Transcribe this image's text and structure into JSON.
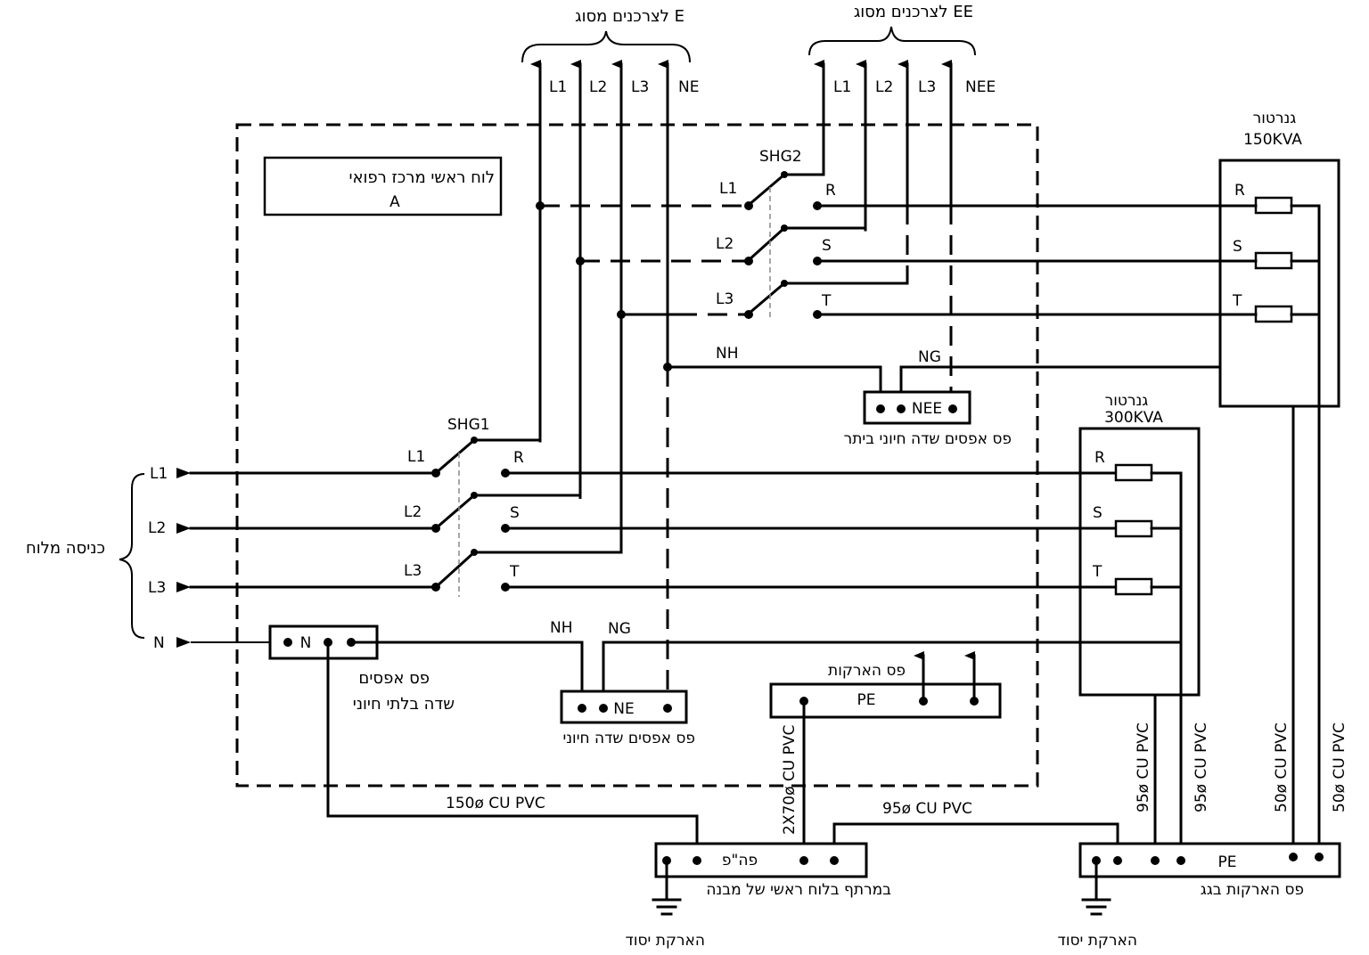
{
  "panel": {
    "title": "לוח ראשי מרכז רפואי",
    "subtitle": "A"
  },
  "consumers_e": {
    "label": "לצרכנים מסוג E",
    "lines": [
      "L1",
      "L2",
      "L3",
      "NE"
    ]
  },
  "consumers_ee": {
    "label": "לצרכנים מסוג EE",
    "lines": [
      "L1",
      "L2",
      "L3",
      "NEE"
    ]
  },
  "gen150": {
    "title": "גנרטור",
    "rating": "150KVA",
    "phases": [
      "R",
      "S",
      "T"
    ]
  },
  "gen300": {
    "title": "גנרטור",
    "rating": "300KVA",
    "phases": [
      "R",
      "S",
      "T"
    ]
  },
  "incoming": {
    "label": "כניסה מלוח",
    "lines": [
      "L1",
      "L2",
      "L3",
      "N"
    ]
  },
  "shg1": {
    "name": "SHG1",
    "inputs": [
      "L1",
      "L2",
      "L3"
    ],
    "outputs": [
      "R",
      "S",
      "T"
    ]
  },
  "shg2": {
    "name": "SHG2",
    "inputs": [
      "L1",
      "L2",
      "L3"
    ],
    "outputs": [
      "R",
      "S",
      "T"
    ]
  },
  "neutral_labels": {
    "nh": "NH",
    "ng": "NG"
  },
  "bars": {
    "n_bar": {
      "label": "N",
      "caption1": "פס אפסים",
      "caption2": "שדה בלתי חיוני"
    },
    "ne_bar": {
      "label": "NE",
      "caption": "פס אפסים שדה חיוני"
    },
    "nee_bar": {
      "label": "NEE",
      "caption": "פס אפסים שדה חיוני ביתר"
    },
    "pe_bar": {
      "label": "PE",
      "caption": "פס הארקות"
    },
    "basement_bar": {
      "label": "פה\"פ",
      "caption": "במרתף בלוח ראשי של מבנה"
    },
    "roof_bar": {
      "label": "PE",
      "caption": "פס הארקות בגג"
    }
  },
  "cables": {
    "c150": "150ø CU PVC",
    "c2x70": "2X70ø CU PVC",
    "c95a": "95ø CU PVC",
    "c95b": "95ø CU PVC",
    "c95c": "95ø CU PVC",
    "c50a": "50ø CU PVC",
    "c50b": "50ø CU PVC"
  },
  "grounds": {
    "left": "הארקת יסוד",
    "right": "הארקת יסוד"
  }
}
